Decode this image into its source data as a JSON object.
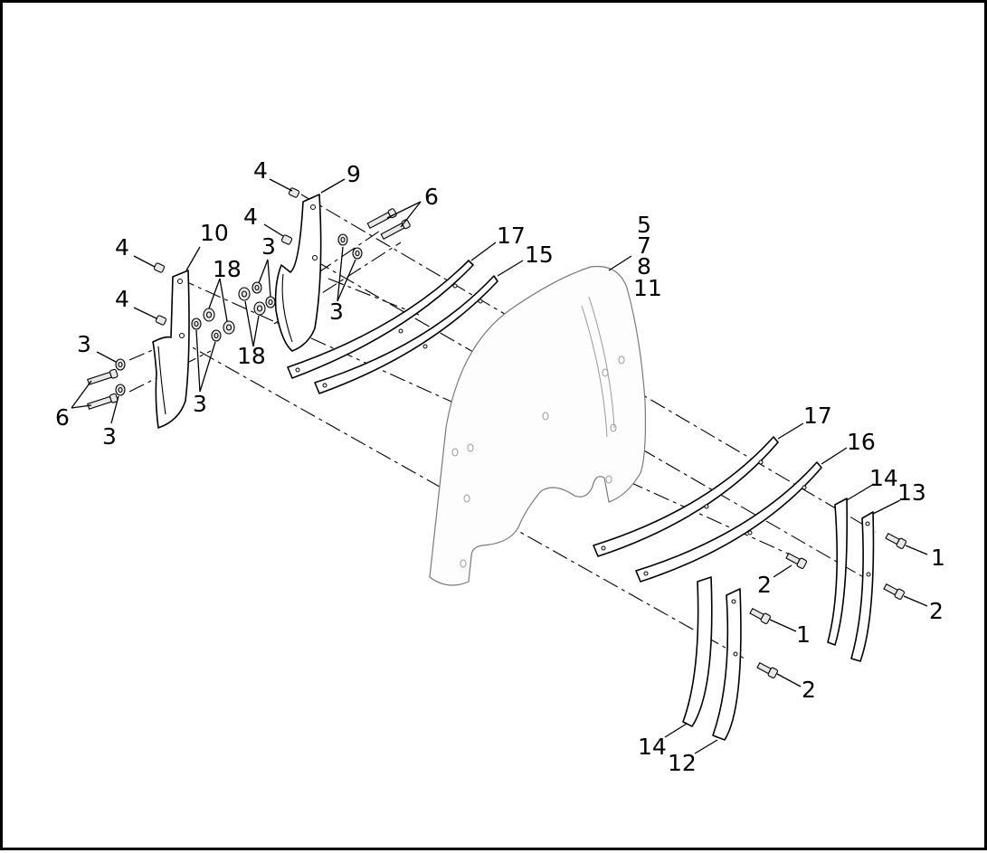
{
  "diagram": {
    "callouts": {
      "c1a": "1",
      "c1b": "1",
      "c2a": "2",
      "c2b": "2",
      "c2c": "2",
      "c3a": "3",
      "c3b": "3",
      "c3c": "3",
      "c3d": "3",
      "c3e": "3",
      "c4a": "4",
      "c4b": "4",
      "c4c": "4",
      "c4d": "4",
      "c5": "5",
      "c6a": "6",
      "c6b": "6",
      "c7": "7",
      "c8": "8",
      "c9": "9",
      "c10": "10",
      "c11": "11",
      "c12": "12",
      "c13": "13",
      "c14a": "14",
      "c14b": "14",
      "c15": "15",
      "c16": "16",
      "c17a": "17",
      "c17b": "17",
      "c18a": "18",
      "c18b": "18"
    }
  }
}
